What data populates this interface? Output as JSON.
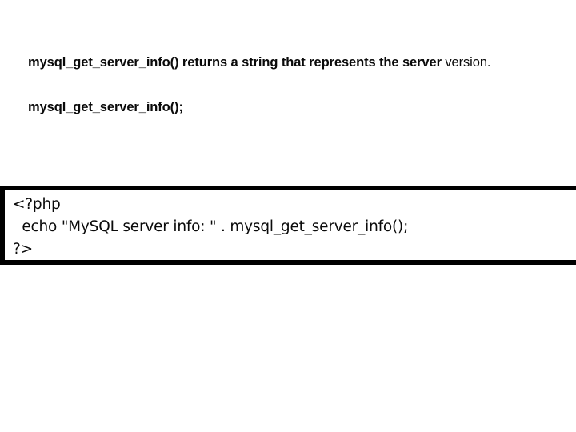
{
  "slide": {
    "background_color": "#ffffff",
    "text_color": "#0a0a0a"
  },
  "prose": {
    "paragraph": {
      "bold_text": "mysql_get_server_info() returns a string that represents the server",
      "regular_text": " version."
    },
    "signature": "mysql_get_server_info();"
  },
  "code_box": {
    "border_color": "#000000",
    "background_color": "#ffffff",
    "language": "php",
    "lines": [
      "<?php",
      "  echo \"MySQL server info: \" . mysql_get_server_info();",
      "?>"
    ]
  }
}
